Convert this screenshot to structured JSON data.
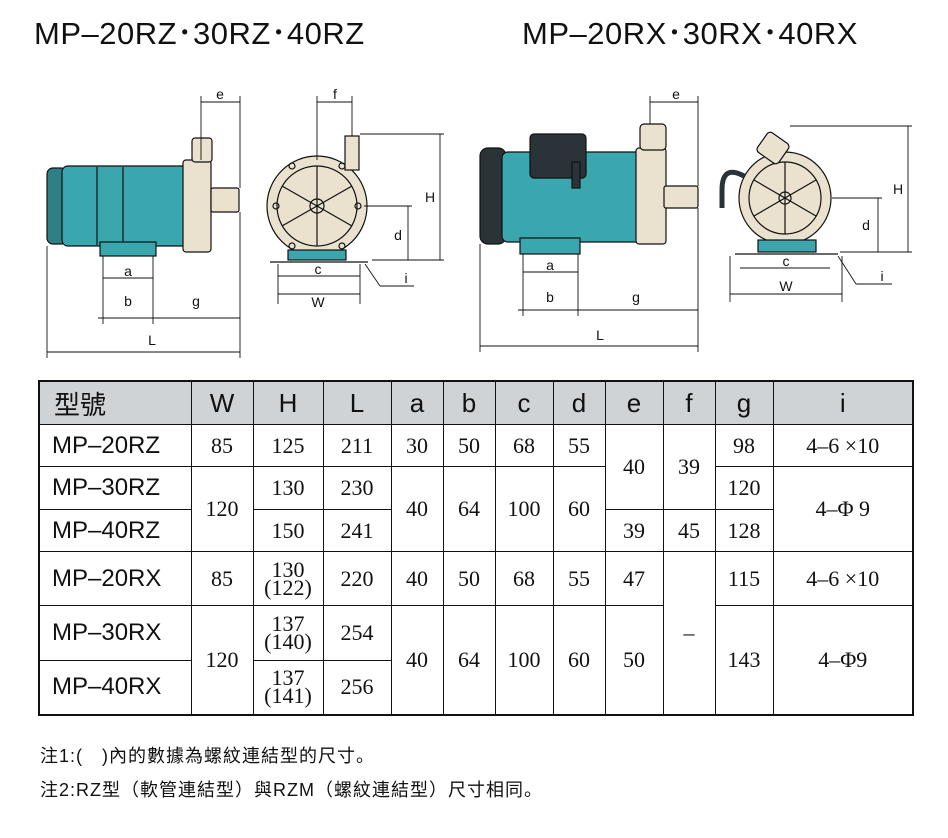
{
  "titles": {
    "left": "MP–20RZ･30RZ･40RZ",
    "right": "MP–20RX･30RX･40RX"
  },
  "dimension_labels": [
    "e",
    "f",
    "H",
    "d",
    "c",
    "W",
    "i",
    "a",
    "b",
    "g",
    "L"
  ],
  "colors": {
    "motor": "#3aa6ad",
    "motor_dark": "#2f7f86",
    "end_cap": "#2a3438",
    "pump_head": "#eae2cf",
    "header_bg": "#cfd3d6"
  },
  "table": {
    "headers": [
      "型號",
      "W",
      "H",
      "L",
      "a",
      "b",
      "c",
      "d",
      "e",
      "f",
      "g",
      "i"
    ],
    "rows": [
      {
        "model": "MP–20RZ",
        "W": "85",
        "H": "125",
        "L": "211",
        "a": "30",
        "b": "50",
        "c": "68",
        "d": "55",
        "e": "40",
        "f": "39",
        "g": "98",
        "i": "4–6 ×10"
      },
      {
        "model": "MP–30RZ",
        "W": "120",
        "H": "130",
        "L": "230",
        "a": "40",
        "b": "64",
        "c": "100",
        "d": "60",
        "g": "120",
        "i": "4–Φ 9"
      },
      {
        "model": "MP–40RZ",
        "H": "150",
        "L": "241",
        "e": "39",
        "f": "45",
        "g": "128"
      },
      {
        "model": "MP–20RX",
        "W": "85",
        "H": "130",
        "H_alt": "(122)",
        "L": "220",
        "a": "40",
        "b": "50",
        "c": "68",
        "d": "55",
        "e": "47",
        "f": "–",
        "g": "115",
        "i": "4–6 ×10"
      },
      {
        "model": "MP–30RX",
        "W": "120",
        "H": "137",
        "H_alt": "(140)",
        "L": "254",
        "a": "40",
        "b": "64",
        "c": "100",
        "d": "60",
        "e": "50",
        "g": "143",
        "i": "4–Φ9"
      },
      {
        "model": "MP–40RX",
        "H": "137",
        "H_alt": "(141)",
        "L": "256"
      }
    ]
  },
  "notes": [
    "注1:(　)內的數據為螺紋連結型的尺寸。",
    "注2:RZ型（軟管連結型）與RZM（螺紋連結型）尺寸相同。"
  ]
}
